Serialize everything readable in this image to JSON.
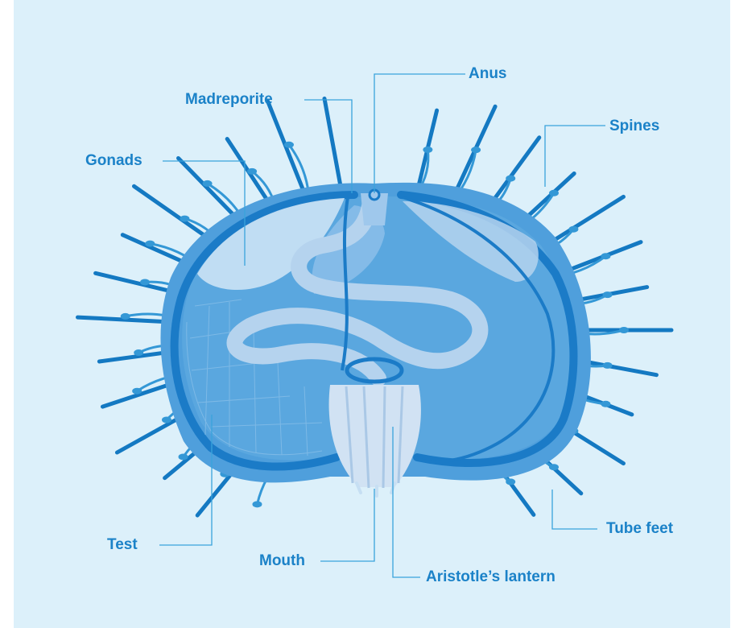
{
  "colors": {
    "background": "#dcf0fa",
    "label": "#1b82c8",
    "leader_line": "#3aa3dc",
    "spine": "#1479c2",
    "tube_foot": "#3498d6",
    "test_outer": "#4f9fdc",
    "test_ring": "#1b7bc7",
    "body_fill": "#5aa7df",
    "gonad": "#c6dff3",
    "gut": "#b5d3ee",
    "lantern": "#d1e2f3"
  },
  "labels": {
    "anus": "Anus",
    "madreporite": "Madreporite",
    "spines": "Spines",
    "gonads": "Gonads",
    "test": "Test",
    "mouth": "Mouth",
    "aristotles_lantern": "Aristotle’s lantern",
    "tube_feet": "Tube feet"
  }
}
